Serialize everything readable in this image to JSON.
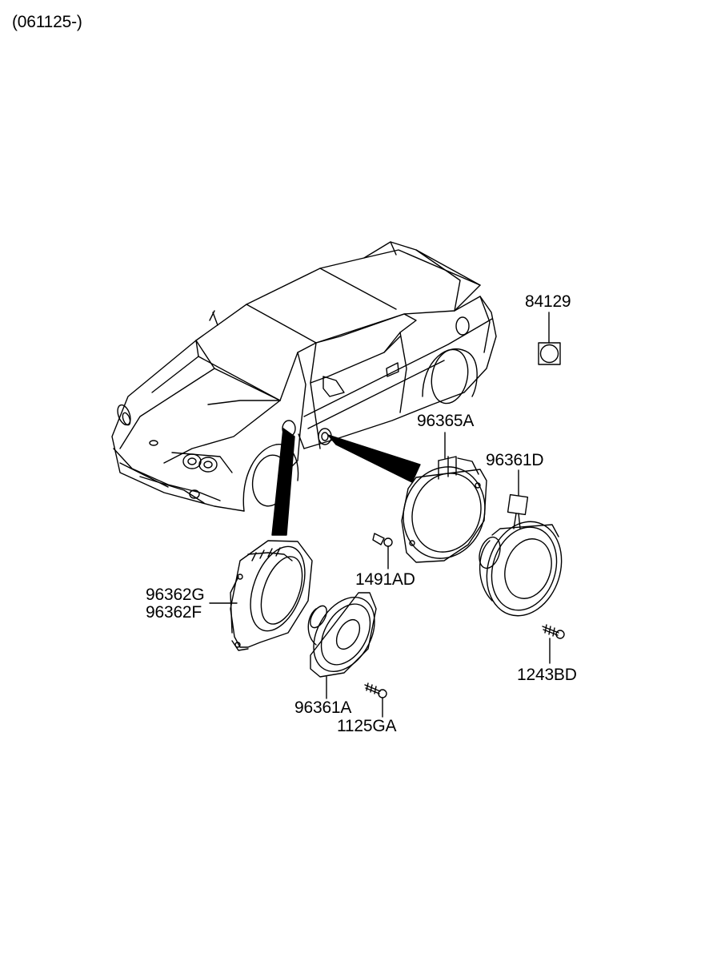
{
  "header": {
    "date_code": "(061125-)"
  },
  "parts": {
    "p84129": "84129",
    "p96365A": "96365A",
    "p96361D": "96361D",
    "p1491AD": "1491AD",
    "p96362G": "96362G",
    "p96362F": "96362F",
    "p1243BD": "1243BD",
    "p96361A": "96361A",
    "p1125GA": "1125GA"
  },
  "colors": {
    "ink": "#000000",
    "background": "#ffffff"
  }
}
